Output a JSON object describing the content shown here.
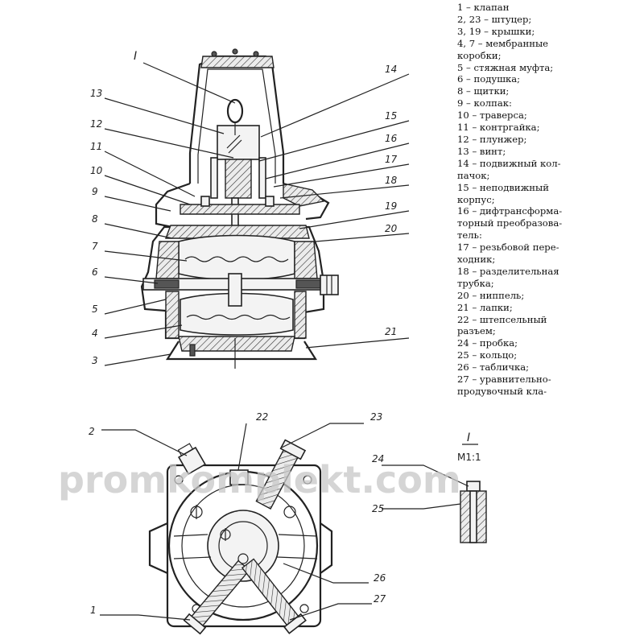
{
  "legend": [
    "1 – клапан",
    "2, 23 – штуцер;",
    "3, 19 – крышки;",
    "4, 7 – мембранные",
    "коробки;",
    "5 – стяжная муфта;",
    "6 – подушка;",
    "8 – щитки;",
    "9 – колпак:",
    "10 – траверса;",
    "11 – контргайка;",
    "12 – плунжер;",
    "13 – винт;",
    "14 – подвижный кол-",
    "пачок;",
    "15 – неподвижный",
    "корпус;",
    "16 – дифтрансформа-",
    "торный преобразова-",
    "тель:",
    "17 – резьбовой пере-",
    "ходник;",
    "18 – разделительная",
    "трубка;",
    "20 – ниппель;",
    "21 – лапки;",
    "22 – штепсельный",
    "разъем;",
    "24 – пробка;",
    "25 – кольцо;",
    "26 – табличка;",
    "27 – уравнительно-",
    "продувочный кла-"
  ],
  "callouts_top": {
    "view_mark": "I",
    "left": [
      "13",
      "12",
      "11",
      "10",
      "9",
      "8",
      "7",
      "6",
      "5",
      "4",
      "3"
    ],
    "right": [
      "14",
      "15",
      "16",
      "17",
      "18",
      "19",
      "20",
      "21"
    ]
  },
  "callouts_bottom": {
    "top_labels": [
      "2",
      "22",
      "23"
    ],
    "right_labels": [
      "26",
      "27"
    ],
    "left_labels": [
      "1"
    ]
  },
  "detail_view": {
    "mark": "I",
    "scale": "M1:1",
    "labels": [
      "24",
      "25"
    ]
  },
  "watermark": "promkomplekt.com"
}
